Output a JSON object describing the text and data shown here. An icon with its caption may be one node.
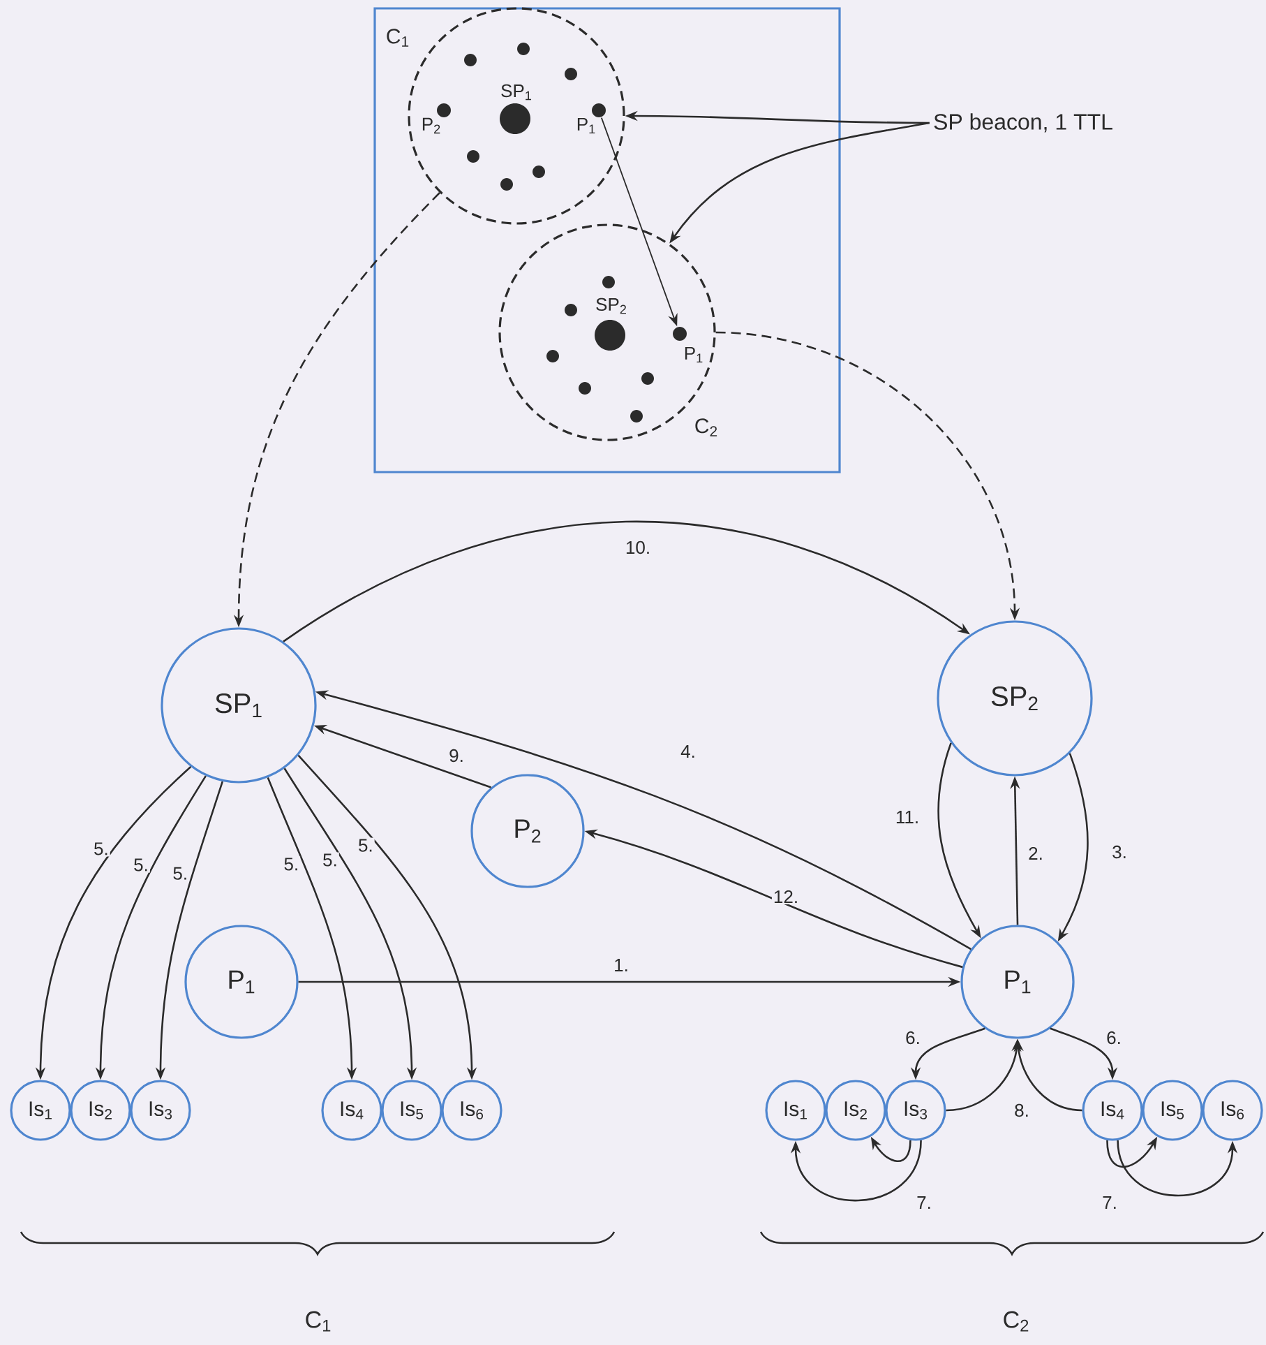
{
  "diagram": {
    "nodes": [
      {
        "text": [],
        "shape": "box"
      },
      {
        "text": [
          "C$_{1}$"
        ],
        "in": 0
      },
      {
        "text": [
          "SP$_{1}$"
        ],
        "in": 1
      },
      {
        "text": [
          "P$_{2}$"
        ],
        "in": 1
      },
      {
        "text": [
          "P$_{1}$"
        ],
        "in": 1
      },
      {
        "text": [
          "C$_{2}$"
        ],
        "in": 0
      },
      {
        "text": [
          "SP$_{2}$"
        ],
        "in": 5
      },
      {
        "text": [
          "P$_{1}$"
        ],
        "in": 5
      },
      {
        "text": [
          "SP beacon, 1 TTL"
        ]
      },
      {
        "text": [
          "SP$_{1}$"
        ]
      },
      {
        "text": [
          "SP$_{2}$"
        ]
      },
      {
        "text": [
          "P$_{2}$"
        ]
      },
      {
        "text": [
          "P$_{1}$"
        ]
      },
      {
        "text": [
          "P$_{1}$"
        ]
      },
      {
        "text": [
          "Is$_{1}$"
        ]
      },
      {
        "text": [
          "Is$_{2}$"
        ]
      },
      {
        "text": [
          "Is$_{3}$"
        ]
      },
      {
        "text": [
          "Is$_{4}$"
        ]
      },
      {
        "text": [
          "Is$_{5}$"
        ]
      },
      {
        "text": [
          "Is$_{6}$"
        ]
      },
      {
        "text": [
          "Is$_{1}$"
        ]
      },
      {
        "text": [
          "Is$_{2}$"
        ]
      },
      {
        "text": [
          "Is$_{3}$"
        ]
      },
      {
        "text": [
          "Is$_{4}$"
        ]
      },
      {
        "text": [
          "Is$_{5}$"
        ]
      },
      {
        "text": [
          "Is$_{6}$"
        ]
      }
    ],
    "edges": [
      {
        "from": 8,
        "to": 1,
        "arrow": "to"
      },
      {
        "from": 8,
        "to": 5,
        "arrow": "to"
      },
      {
        "from": 4,
        "to": 7,
        "arrow": "to"
      },
      {
        "from": 1,
        "to": 9,
        "arrow": "to",
        "style": "dashed"
      },
      {
        "from": 5,
        "to": 10,
        "arrow": "to",
        "style": "dashed"
      },
      {
        "from": 12,
        "to": 13,
        "arrow": "to",
        "label": "1."
      },
      {
        "from": 13,
        "to": 10,
        "arrow": "to",
        "label": "2."
      },
      {
        "from": 10,
        "to": 13,
        "arrow": "to",
        "label": "3."
      },
      {
        "from": 13,
        "to": 9,
        "arrow": "to",
        "label": "4."
      },
      {
        "from": 9,
        "to": 14,
        "arrow": "to",
        "label": "5."
      },
      {
        "from": 9,
        "to": 15,
        "arrow": "to",
        "label": "5."
      },
      {
        "from": 9,
        "to": 16,
        "arrow": "to",
        "label": "5."
      },
      {
        "from": 9,
        "to": 17,
        "arrow": "to",
        "label": "5."
      },
      {
        "from": 9,
        "to": 18,
        "arrow": "to",
        "label": "5."
      },
      {
        "from": 9,
        "to": 19,
        "arrow": "to",
        "label": "5."
      },
      {
        "from": 13,
        "to": 22,
        "arrow": "to",
        "label": "6."
      },
      {
        "from": 13,
        "to": 23,
        "arrow": "to",
        "label": "6."
      },
      {
        "from": 22,
        "to": 21,
        "arrow": "to"
      },
      {
        "from": 22,
        "to": 20,
        "arrow": "to",
        "label": "7."
      },
      {
        "from": 23,
        "to": 24,
        "arrow": "to"
      },
      {
        "from": 23,
        "to": 25,
        "arrow": "to",
        "label": "7."
      },
      {
        "from": 22,
        "to": 13,
        "arrow": "to",
        "label": "8."
      },
      {
        "from": 23,
        "to": 13,
        "arrow": "to"
      },
      {
        "from": 11,
        "to": 9,
        "arrow": "to",
        "label": "9."
      },
      {
        "from": 9,
        "to": 10,
        "arrow": "to",
        "label": "10."
      },
      {
        "from": 10,
        "to": 13,
        "arrow": "to",
        "label": "11."
      },
      {
        "from": 13,
        "to": 11,
        "arrow": "to",
        "label": "12."
      }
    ],
    "labels": [
      "C$_{1}$",
      "C$_{2}$"
    ]
  }
}
